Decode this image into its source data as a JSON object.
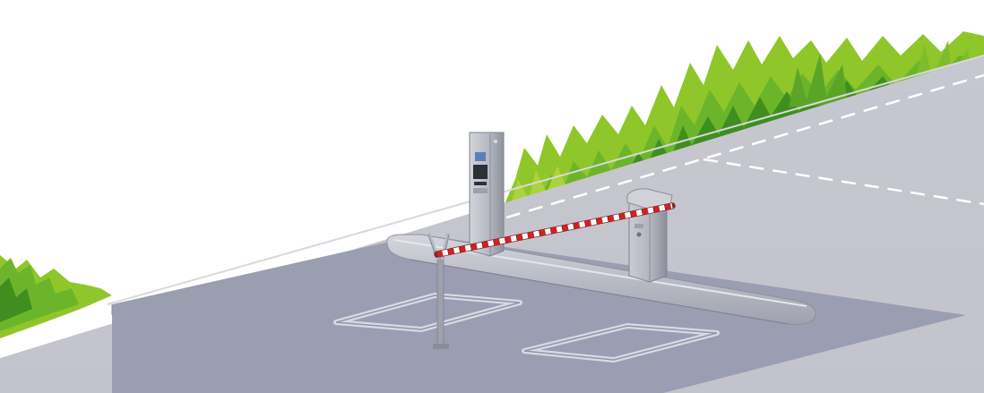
{
  "scene": {
    "subject": "parking-entry-barrier-installation",
    "colors": {
      "background": "#ffffff",
      "road": "#c6c6cf",
      "road_edge": "#b5b5c0",
      "slab": "#9a9cb0",
      "slab_edge": "#8a8ca0",
      "lane_marking": "#ffffff",
      "foliage_light": "#9ccc2a",
      "foliage_mid": "#6cb52a",
      "foliage_dark": "#3f8f1f",
      "island": "#bfc1c9",
      "island_shade": "#9fa2ad",
      "terminal_body": "#b9bcc4",
      "terminal_shade": "#8f929c",
      "terminal_screen": "#5c7fb5",
      "boom_red": "#d62020",
      "boom_white": "#ffffff",
      "loop_outline": "#cfd0da"
    },
    "elements": [
      {
        "name": "ticket-terminal",
        "icon": "ticket-machine-icon"
      },
      {
        "name": "barrier-cabinet",
        "icon": "barrier-gate-icon"
      },
      {
        "name": "barrier-boom-arm",
        "style": "red-white-stripes"
      },
      {
        "name": "boom-rest-post",
        "icon": "fork-rest-icon"
      },
      {
        "name": "detection-loop-front",
        "icon": "induction-loop-icon"
      },
      {
        "name": "detection-loop-rear",
        "icon": "induction-loop-icon"
      },
      {
        "name": "traffic-island",
        "icon": "curb-island-icon"
      }
    ]
  }
}
